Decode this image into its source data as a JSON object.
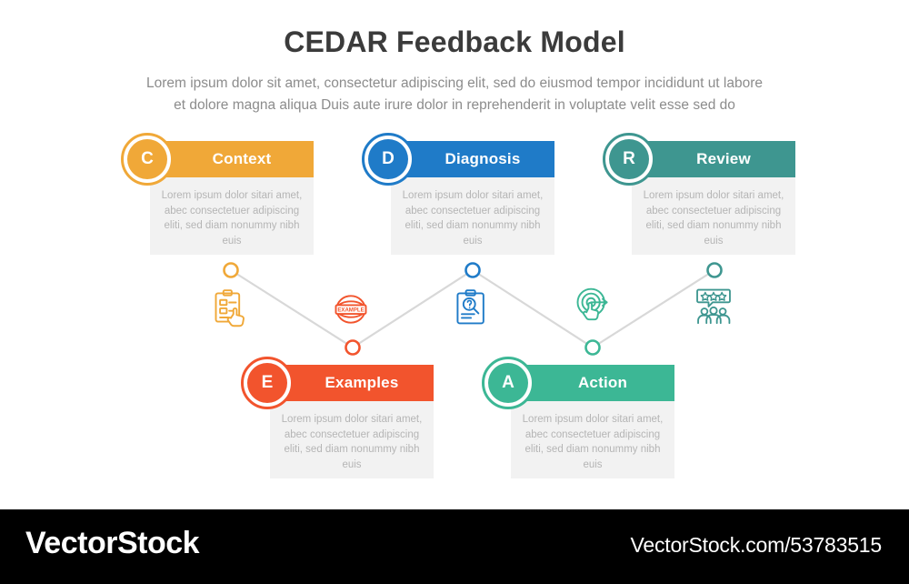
{
  "header": {
    "title": "CEDAR Feedback Model",
    "subtitle_line1": "Lorem ipsum dolor sit amet, consectetur adipiscing elit, sed do eiusmod tempor incididunt ut labore",
    "subtitle_line2": "et dolore magna aliqua Duis aute irure dolor in reprehenderit in voluptate velit esse sed do"
  },
  "body_text": "Lorem ipsum dolor sitari amet, abec consectetuer adipiscing eliti, sed diam nonummy nibh euis",
  "stages": [
    {
      "letter": "C",
      "label": "Context",
      "color": "#F0A838",
      "body": "Lorem ipsum dolor sitari amet, abec consectetuer adipiscing eliti, sed diam nonummy nibh euis"
    },
    {
      "letter": "D",
      "label": "Diagnosis",
      "color": "#1F7BC8",
      "body": "Lorem ipsum dolor sitari amet, abec consectetuer adipiscing eliti, sed diam nonummy nibh euis"
    },
    {
      "letter": "R",
      "label": "Review",
      "color": "#3E9690",
      "body": "Lorem ipsum dolor sitari amet, abec consectetuer adipiscing eliti, sed diam nonummy nibh euis"
    },
    {
      "letter": "E",
      "label": "Examples",
      "color": "#F2542D",
      "body": "Lorem ipsum dolor sitari amet, abec consectetuer adipiscing eliti, sed diam nonummy nibh euis"
    },
    {
      "letter": "A",
      "label": "Action",
      "color": "#3CB795",
      "body": "Lorem ipsum dolor sitari amet, abec consectetuer adipiscing eliti, sed diam nonummy nibh euis"
    }
  ],
  "icons": [
    {
      "name": "checklist-hand-icon",
      "color": "#F0A838",
      "stamp_text": ""
    },
    {
      "name": "example-stamp-icon",
      "color": "#F2542D",
      "stamp_text": "EXAMPLE"
    },
    {
      "name": "clipboard-question-search-icon",
      "color": "#1F7BC8",
      "stamp_text": ""
    },
    {
      "name": "target-arrow-hand-icon",
      "color": "#3CB795",
      "stamp_text": ""
    },
    {
      "name": "star-rating-people-icon",
      "color": "#3E9690",
      "stamp_text": ""
    }
  ],
  "connector": {
    "line_color": "#d8d8d8",
    "nodes": [
      {
        "color": "#F0A838"
      },
      {
        "color": "#F2542D"
      },
      {
        "color": "#1F7BC8"
      },
      {
        "color": "#3CB795"
      },
      {
        "color": "#3E9690"
      }
    ]
  },
  "footer": {
    "brand": "VectorStock",
    "url": "VectorStock.com/53783515"
  }
}
